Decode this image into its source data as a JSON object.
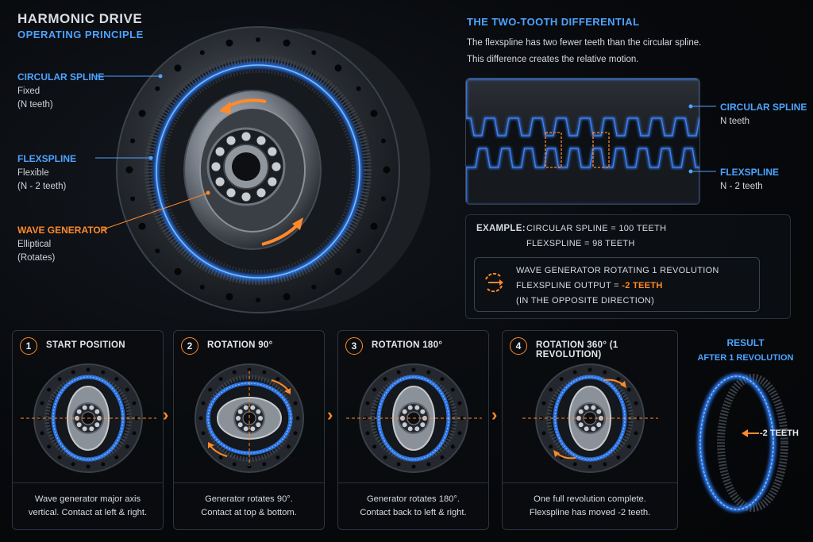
{
  "header": {
    "title": "HARMONIC DRIVE",
    "subtitle": "OPERATING PRINCIPLE"
  },
  "labels": {
    "circular_spline": {
      "name": "CIRCULAR SPLINE",
      "line1": "Fixed",
      "line2": "(N teeth)"
    },
    "flexspline": {
      "name": "FLEXSPLINE",
      "line1": "Flexible",
      "line2": "(N - 2 teeth)"
    },
    "wave_generator": {
      "name": "WAVE GENERATOR",
      "line1": "Elliptical",
      "line2": "(Rotates)"
    }
  },
  "differential": {
    "title": "THE TWO-TOOTH DIFFERENTIAL",
    "desc1": "The flexspline has two fewer teeth than the circular spline.",
    "desc2": "This difference creates the relative motion.",
    "zoom_circular_name": "CIRCULAR SPLINE",
    "zoom_circular_teeth": "N teeth",
    "zoom_flex_name": "FLEXSPLINE",
    "zoom_flex_teeth": "N - 2 teeth"
  },
  "example": {
    "label": "EXAMPLE:",
    "line1": "CIRCULAR SPLINE = 100 TEETH",
    "line2": "FLEXSPLINE = 98 TEETH",
    "wg_line1": "WAVE GENERATOR ROTATING 1 REVOLUTION",
    "wg_line2_prefix": "FLEXSPLINE OUTPUT = ",
    "wg_line2_value": "-2 TEETH",
    "wg_line3": "(IN THE OPPOSITE DIRECTION)"
  },
  "steps": [
    {
      "num": "1",
      "title": "START POSITION",
      "cap1": "Wave generator major axis",
      "cap2": "vertical. Contact at left & right."
    },
    {
      "num": "2",
      "title": "ROTATION 90°",
      "cap1": "Generator rotates 90°.",
      "cap2": "Contact at top & bottom."
    },
    {
      "num": "3",
      "title": "ROTATION 180°",
      "cap1": "Generator rotates 180°.",
      "cap2": "Contact back to left & right."
    },
    {
      "num": "4",
      "title": "ROTATION 360° (1 REVOLUTION)",
      "cap1": "One full revolution complete.",
      "cap2": "Flexspline has moved -2 teeth."
    }
  ],
  "result": {
    "title": "RESULT",
    "subtitle": "AFTER 1 REVOLUTION",
    "value": "-2 TEETH"
  },
  "colors": {
    "accent_blue": "#4da3ff",
    "accent_orange": "#ff8a2a",
    "background": "#07090c"
  }
}
